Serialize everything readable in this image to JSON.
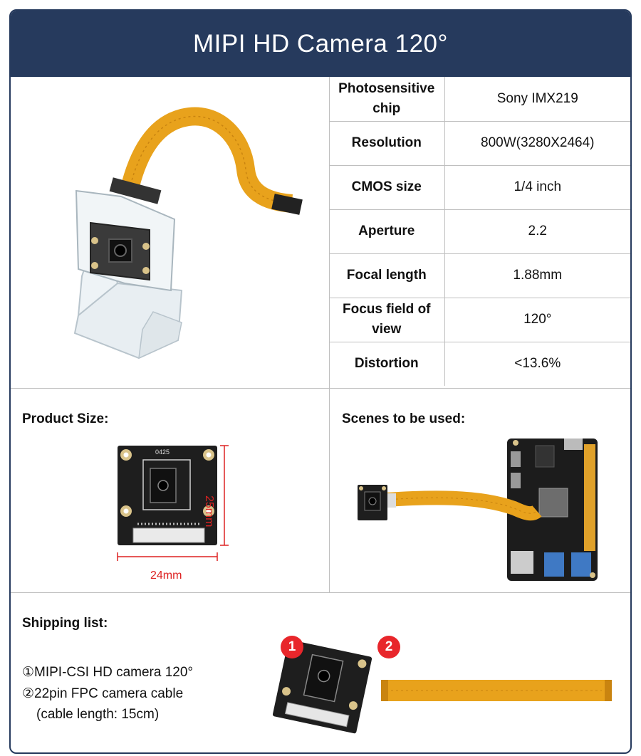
{
  "header": {
    "title": "MIPI HD Camera 120°"
  },
  "specs": [
    {
      "label": "Photosensitive chip",
      "value": "Sony IMX219"
    },
    {
      "label": "Resolution",
      "value": "800W(3280X2464)"
    },
    {
      "label": "CMOS size",
      "value": "1/4 inch"
    },
    {
      "label": "Aperture",
      "value": "2.2"
    },
    {
      "label": "Focal length",
      "value": "1.88mm"
    },
    {
      "label": "Focus field of view",
      "value": "120°"
    },
    {
      "label": "Distortion",
      "value": "<13.6%"
    }
  ],
  "product_size": {
    "title": "Product Size:",
    "width_label": "24mm",
    "height_label": "25mm",
    "board_marking": "0425"
  },
  "scenes": {
    "title": "Scenes to be used:"
  },
  "shipping": {
    "title": "Shipping list:",
    "items": [
      "①MIPI-CSI HD camera 120°",
      "②22pin FPC camera cable",
      "(cable length: 15cm)"
    ],
    "badges": [
      "1",
      "2"
    ]
  },
  "colors": {
    "header_bg": "#263a5d",
    "badge": "#e8262b",
    "dimension": "#dd2222",
    "cable": "#e8a21c"
  }
}
